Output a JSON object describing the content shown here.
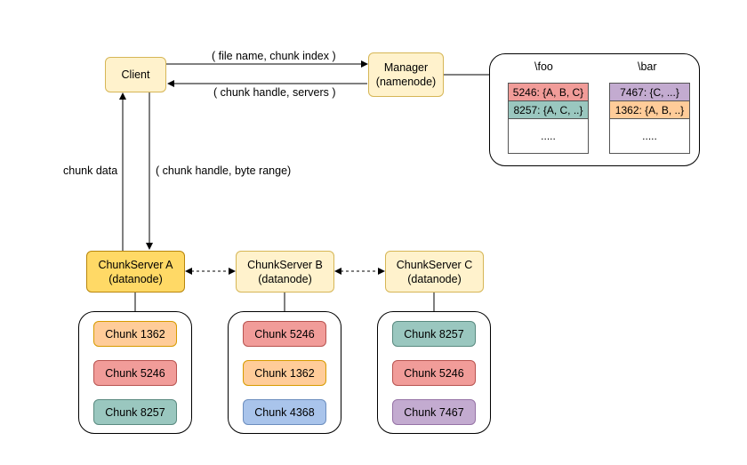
{
  "client": {
    "label": "Client"
  },
  "manager": {
    "line1": "Manager",
    "line2": "(namenode)"
  },
  "edges": {
    "request": "( file name, chunk index )",
    "reply": "( chunk handle, servers )",
    "chunk_data": "chunk data",
    "chunk_request": "( chunk handle, byte range)"
  },
  "metadata": {
    "files": [
      {
        "name": "\\foo",
        "entries": [
          "5246: {A, B, C}",
          "8257: {A, C, ..}"
        ],
        "more": "....."
      },
      {
        "name": "\\bar",
        "entries": [
          "7467: {C, ...}",
          "1362: {A, B, ..}"
        ],
        "more": "....."
      }
    ]
  },
  "servers": [
    {
      "name": "ChunkServer A",
      "role": "(datanode)",
      "chunks": [
        "Chunk 1362",
        "Chunk 5246",
        "Chunk 8257"
      ]
    },
    {
      "name": "ChunkServer B",
      "role": "(datanode)",
      "chunks": [
        "Chunk 5246",
        "Chunk 1362",
        "Chunk 4368"
      ]
    },
    {
      "name": "ChunkServer C",
      "role": "(datanode)",
      "chunks": [
        "Chunk 8257",
        "Chunk 5246",
        "Chunk 7467"
      ]
    }
  ],
  "colors": {
    "chunk_1362": "#ffcc99",
    "chunk_5246": "#f19c99",
    "chunk_8257": "#9ac7bf",
    "chunk_4368": "#a9c4eb",
    "chunk_7467": "#c3abd0"
  }
}
